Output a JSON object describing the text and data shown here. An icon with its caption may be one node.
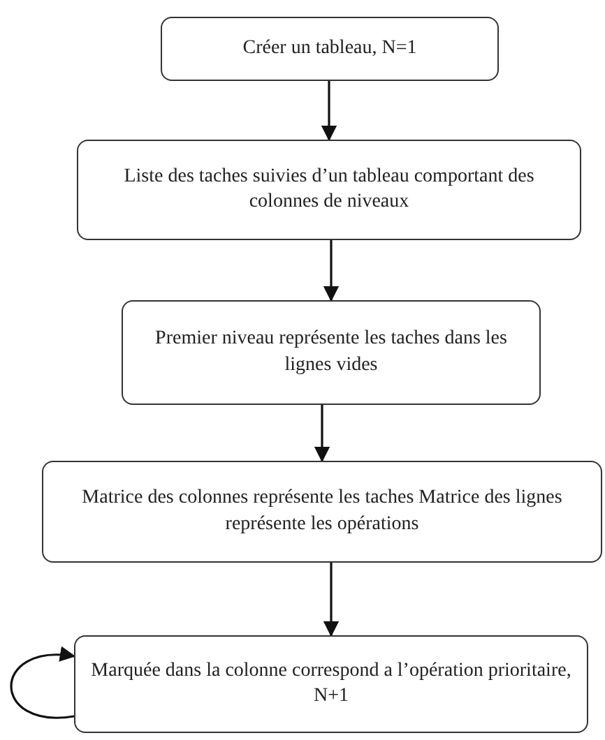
{
  "diagram": {
    "nodes": [
      {
        "text": [
          "Créer un tableau,  N=1"
        ]
      },
      {
        "text": [
          "Liste des taches suivies d’un tableau comportant des colonnes de niveaux"
        ]
      },
      {
        "text": [
          "Premier niveau représente les taches dans les lignes vides"
        ]
      },
      {
        "text": [
          "Matrice des colonnes représente les taches Matrice des lignes représente les opérations"
        ]
      },
      {
        "text": [
          "Marquée dans la colonne correspond a l’opération prioritaire, N+1"
        ]
      }
    ],
    "edges": [
      {
        "from": 0,
        "to": 1,
        "arrow": "to"
      },
      {
        "from": 1,
        "to": 2,
        "arrow": "to"
      },
      {
        "from": 2,
        "to": 3,
        "arrow": "to"
      },
      {
        "from": 3,
        "to": 4,
        "arrow": "to"
      },
      {
        "from": 4,
        "to": 4,
        "arrow": "to"
      }
    ]
  }
}
